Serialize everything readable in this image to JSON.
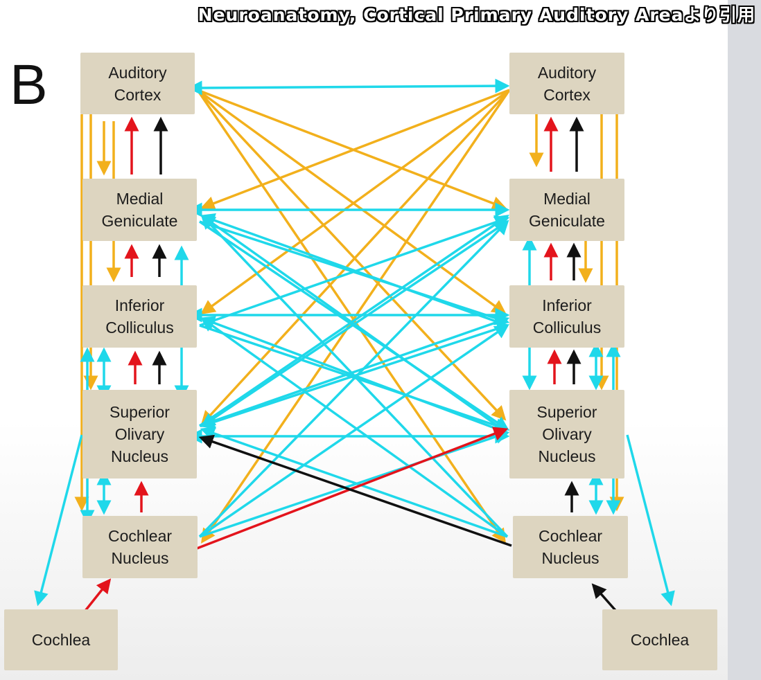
{
  "caption": "Neuroanatomy, Cortical Primary Auditory Areaより引用",
  "panel_label": "B",
  "nodes": {
    "left": {
      "auditory_cortex": "Auditory\nCortex",
      "medial_geniculate": "Medial\nGeniculate",
      "inferior_colliculus": "Inferior\nColliculus",
      "superior_olivary": "Superior\nOlivary\nNucleus",
      "cochlear_nucleus": "Cochlear\nNucleus",
      "cochlea": "Cochlea"
    },
    "right": {
      "auditory_cortex": "Auditory\nCortex",
      "medial_geniculate": "Medial\nGeniculate",
      "inferior_colliculus": "Inferior\nColliculus",
      "superior_olivary": "Superior\nOlivary\nNucleus",
      "cochlear_nucleus": "Cochlear\nNucleus",
      "cochlea": "Cochlea"
    }
  },
  "colors": {
    "box": "#ddd5c0",
    "orange": "#f2b01c",
    "cyan": "#1fd8ea",
    "red": "#e3141c",
    "black": "#111111"
  }
}
